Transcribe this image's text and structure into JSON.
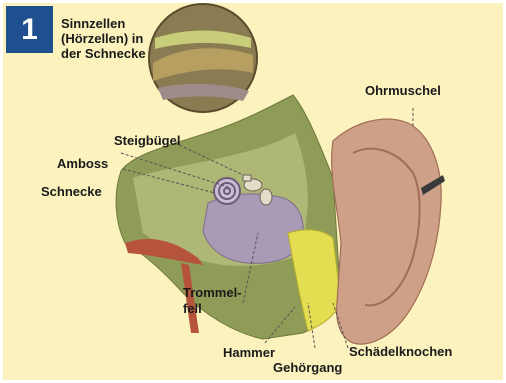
{
  "figure": {
    "number": "1",
    "labels": {
      "sinnzellen": "Sinnzellen (Hörzellen) in der Schnecke",
      "ohrmuschel": "Ohrmuschel",
      "steigbuegel": "Steigbügel",
      "amboss": "Amboss",
      "schnecke": "Schnecke",
      "trommelfell_1": "Trommel-",
      "trommelfell_2": "fell",
      "hammer": "Hammer",
      "gehoergang": "Gehörgang",
      "schaedelknochen": "Schädelknochen"
    },
    "icons": [
      "ear-anatomy-illustration",
      "magnifier-inset-illustration"
    ],
    "colors": {
      "background": "#fcf2be",
      "badge": "#1f4f8e",
      "skull": "#8f9c57",
      "ear": "#cfa088",
      "canal": "#e3dd52",
      "inner_ear": "#a99ab5"
    }
  }
}
